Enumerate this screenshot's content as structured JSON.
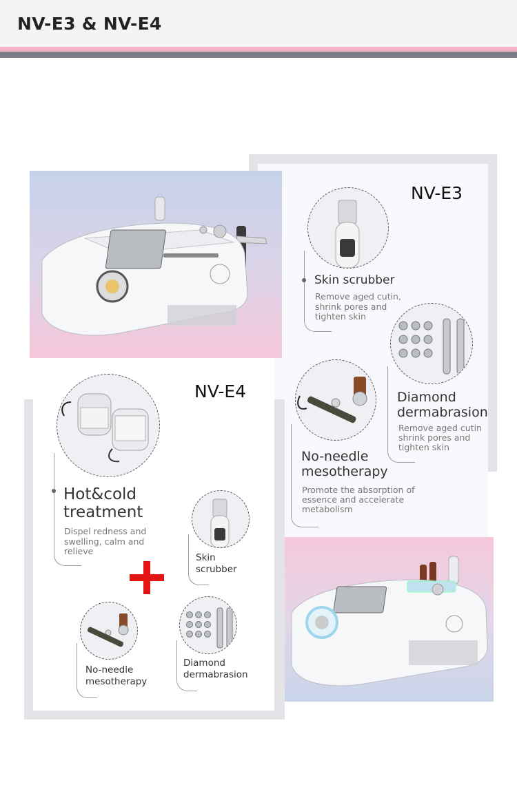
{
  "header": {
    "title": "NV-E3 & NV-E4"
  },
  "colors": {
    "accent_pink": "#f2b3c7",
    "header_gray": "#7d7d85",
    "plus_red": "#e21414"
  },
  "nv_e3": {
    "title": "NV-E3",
    "features": [
      {
        "title": "Skin scrubber",
        "desc": [
          "Remove aged cutin,",
          "shrink pores and",
          "tighten skin"
        ]
      },
      {
        "title": [
          "Diamond",
          "dermabrasion"
        ],
        "desc": [
          "Remove aged cutin",
          "shrink pores and",
          "tighten skin"
        ]
      },
      {
        "title": [
          "No-needle",
          "mesotherapy"
        ],
        "desc": [
          "Promote the absorption of",
          "essence and accelerate",
          "metabolism"
        ]
      }
    ]
  },
  "nv_e4": {
    "title": "NV-E4",
    "main_feature": {
      "title": [
        "Hot&cold",
        "treatment"
      ],
      "desc": [
        "Dispel redness and",
        "swelling, calm and",
        "relieve"
      ]
    },
    "plus_icon": "plus-icon",
    "features": [
      {
        "title": [
          "Skin",
          "scrubber"
        ]
      },
      {
        "title": [
          "No-needle",
          "mesotherapy"
        ]
      },
      {
        "title": [
          "Diamond",
          "dermabrasion"
        ]
      }
    ]
  }
}
